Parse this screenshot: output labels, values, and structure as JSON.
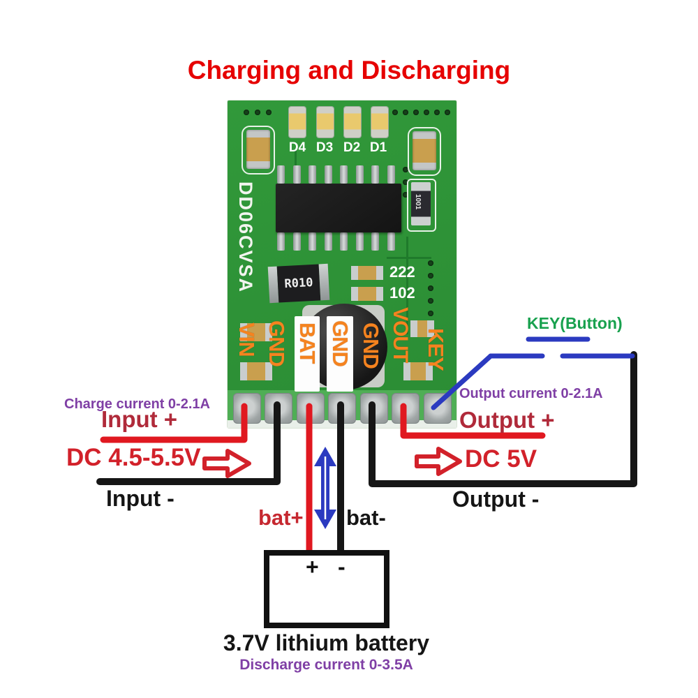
{
  "title": "Charging and Discharging",
  "board": {
    "model": "DD06CVSA",
    "led_labels": [
      "D4",
      "D3",
      "D2",
      "D1"
    ],
    "component_labels": {
      "shunt_resistor": "R010",
      "resistor_1001": "1001",
      "cap_222": "222",
      "cap_102": "102"
    },
    "pins": [
      "VIN",
      "GND",
      "BAT",
      "GND",
      "GND",
      "VOUT",
      "KEY"
    ]
  },
  "annotations": {
    "charge_current": "Charge current 0-2.1A",
    "input_plus": "Input +",
    "input_voltage": "DC 4.5-5.5V",
    "input_minus": "Input -",
    "key_button": "KEY(Button)",
    "output_current": "Output current 0-2.1A",
    "output_plus": "Output +",
    "output_voltage": "DC 5V",
    "output_minus": "Output -",
    "bat_plus": "bat+",
    "bat_minus": "bat-",
    "battery_terminal_plus": "+",
    "battery_terminal_minus": "-",
    "battery_label": "3.7V lithium battery",
    "discharge_current": "Discharge current 0-3.5A"
  },
  "colors": {
    "title_red": "#e60000",
    "label_red": "#d2212a",
    "dark_red": "#b02a3a",
    "bat_red": "#c62830",
    "purple": "#7f3fa5",
    "green_key": "#18a14e",
    "orange": "#f5831f",
    "wire_red": "#e01820",
    "wire_black": "#161616",
    "wire_blue": "#2b3ac0"
  }
}
